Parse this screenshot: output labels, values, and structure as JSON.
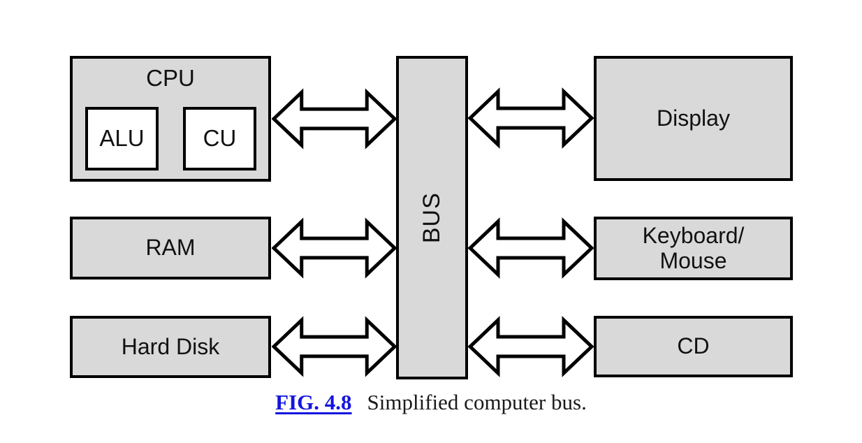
{
  "diagram": {
    "type": "block-diagram",
    "bus": {
      "label": "BUS"
    },
    "left_nodes": [
      {
        "id": "cpu",
        "label": "CPU",
        "children": [
          {
            "id": "alu",
            "label": "ALU"
          },
          {
            "id": "cu",
            "label": "CU"
          }
        ]
      },
      {
        "id": "ram",
        "label": "RAM"
      },
      {
        "id": "hard-disk",
        "label": "Hard Disk"
      }
    ],
    "right_nodes": [
      {
        "id": "display",
        "label": "Display"
      },
      {
        "id": "keyboard-mouse",
        "label": "Keyboard/\nMouse"
      },
      {
        "id": "cd",
        "label": "CD"
      }
    ],
    "connections": [
      {
        "from": "CPU",
        "to": "BUS",
        "type": "bidirectional"
      },
      {
        "from": "RAM",
        "to": "BUS",
        "type": "bidirectional"
      },
      {
        "from": "Hard Disk",
        "to": "BUS",
        "type": "bidirectional"
      },
      {
        "from": "BUS",
        "to": "Display",
        "type": "bidirectional"
      },
      {
        "from": "BUS",
        "to": "Keyboard/Mouse",
        "type": "bidirectional"
      },
      {
        "from": "BUS",
        "to": "CD",
        "type": "bidirectional"
      }
    ],
    "colors": {
      "box_fill": "#d9d9d9",
      "box_border": "#000000",
      "subbox_fill": "#ffffff",
      "arrow_fill": "#ffffff",
      "arrow_stroke": "#000000",
      "caption_link_blue": "#1414e0"
    }
  },
  "caption": {
    "figure_label": "FIG. 4.8",
    "text": "Simplified computer bus."
  }
}
